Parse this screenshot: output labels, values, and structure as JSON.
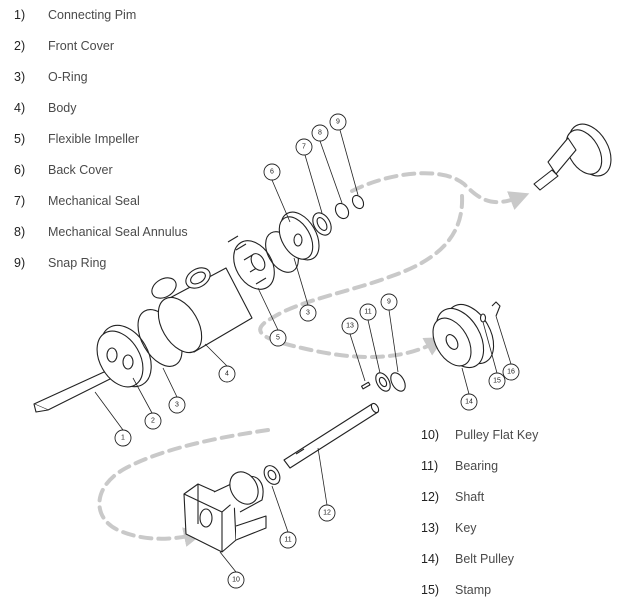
{
  "legend_left": [
    {
      "num": "1)",
      "label": "Connecting Pim"
    },
    {
      "num": "2)",
      "label": "Front Cover"
    },
    {
      "num": "3)",
      "label": "O-Ring"
    },
    {
      "num": "4)",
      "label": "Body"
    },
    {
      "num": "5)",
      "label": "Flexible Impeller"
    },
    {
      "num": "6)",
      "label": "Back Cover"
    },
    {
      "num": "7)",
      "label": "Mechanical Seal"
    },
    {
      "num": "8)",
      "label": "Mechanical Seal Annulus"
    },
    {
      "num": "9)",
      "label": "Snap Ring"
    }
  ],
  "legend_right": [
    {
      "num": "10)",
      "label": "Pulley Flat Key"
    },
    {
      "num": "11)",
      "label": "Bearing"
    },
    {
      "num": "12)",
      "label": "Shaft"
    },
    {
      "num": "13)",
      "label": "Key"
    },
    {
      "num": "14)",
      "label": "Belt Pulley"
    },
    {
      "num": "15)",
      "label": "Stamp"
    }
  ],
  "callouts": [
    "1",
    "2",
    "3",
    "4",
    "5",
    "3",
    "6",
    "7",
    "8",
    "9",
    "13",
    "11",
    "9",
    "15",
    "16",
    "14",
    "12",
    "11",
    "10"
  ]
}
